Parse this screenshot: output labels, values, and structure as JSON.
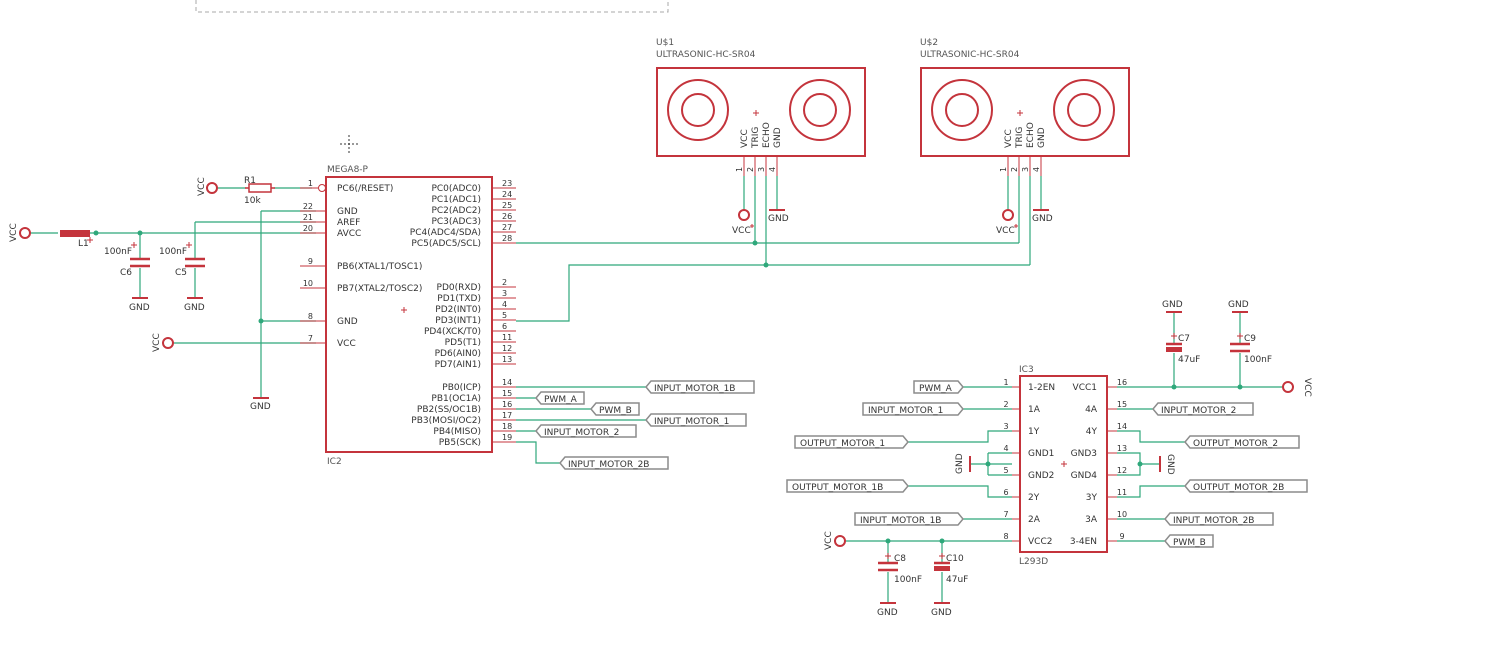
{
  "parts": {
    "u1": {
      "name": "U$1",
      "value": "ULTRASONIC-HC-SR04",
      "pins": [
        "VCC",
        "TRIG",
        "ECHO",
        "GND"
      ],
      "nums": [
        "1",
        "2",
        "3",
        "4"
      ]
    },
    "u2": {
      "name": "U$2",
      "value": "ULTRASONIC-HC-SR04",
      "pins": [
        "VCC",
        "TRIG",
        "ECHO",
        "GND"
      ],
      "nums": [
        "1",
        "2",
        "3",
        "4"
      ]
    },
    "ic2": {
      "name": "IC2",
      "value": "MEGA8-P",
      "left_pins": [
        {
          "num": "1",
          "label": "PC6(/RESET)"
        },
        {
          "num": "22",
          "label": "GND"
        },
        {
          "num": "21",
          "label": "AREF"
        },
        {
          "num": "20",
          "label": "AVCC"
        },
        {
          "num": "9",
          "label": "PB6(XTAL1/TOSC1)"
        },
        {
          "num": "10",
          "label": "PB7(XTAL2/TOSC2)"
        },
        {
          "num": "8",
          "label": "GND"
        },
        {
          "num": "7",
          "label": "VCC"
        }
      ],
      "right_pins": [
        {
          "num": "23",
          "label": "PC0(ADC0)"
        },
        {
          "num": "24",
          "label": "PC1(ADC1)"
        },
        {
          "num": "25",
          "label": "PC2(ADC2)"
        },
        {
          "num": "26",
          "label": "PC3(ADC3)"
        },
        {
          "num": "27",
          "label": "PC4(ADC4/SDA)"
        },
        {
          "num": "28",
          "label": "PC5(ADC5/SCL)"
        },
        {
          "num": "2",
          "label": "PD0(RXD)"
        },
        {
          "num": "3",
          "label": "PD1(TXD)"
        },
        {
          "num": "4",
          "label": "PD2(INT0)"
        },
        {
          "num": "5",
          "label": "PD3(INT1)"
        },
        {
          "num": "6",
          "label": "PD4(XCK/T0)"
        },
        {
          "num": "11",
          "label": "PD5(T1)"
        },
        {
          "num": "12",
          "label": "PD6(AIN0)"
        },
        {
          "num": "13",
          "label": "PD7(AIN1)"
        },
        {
          "num": "14",
          "label": "PB0(ICP)"
        },
        {
          "num": "15",
          "label": "PB1(OC1A)"
        },
        {
          "num": "16",
          "label": "PB2(SS/OC1B)"
        },
        {
          "num": "17",
          "label": "PB3(MOSI/OC2)"
        },
        {
          "num": "18",
          "label": "PB4(MISO)"
        },
        {
          "num": "19",
          "label": "PB5(SCK)"
        }
      ]
    },
    "ic3": {
      "name": "IC3",
      "value": "L293D",
      "left_pins": [
        {
          "num": "1",
          "label": "1-2EN"
        },
        {
          "num": "2",
          "label": "1A"
        },
        {
          "num": "3",
          "label": "1Y"
        },
        {
          "num": "4",
          "label": "GND1"
        },
        {
          "num": "5",
          "label": "GND2"
        },
        {
          "num": "6",
          "label": "2Y"
        },
        {
          "num": "7",
          "label": "2A"
        },
        {
          "num": "8",
          "label": "VCC2"
        }
      ],
      "right_pins": [
        {
          "num": "16",
          "label": "VCC1"
        },
        {
          "num": "15",
          "label": "4A"
        },
        {
          "num": "14",
          "label": "4Y"
        },
        {
          "num": "13",
          "label": "GND3"
        },
        {
          "num": "12",
          "label": "GND4"
        },
        {
          "num": "11",
          "label": "3Y"
        },
        {
          "num": "10",
          "label": "3A"
        },
        {
          "num": "9",
          "label": "3-4EN"
        }
      ]
    },
    "r1": {
      "name": "R1",
      "value": "10k"
    },
    "l1": {
      "name": "L1"
    },
    "c5": {
      "name": "C5",
      "value": "100nF"
    },
    "c6": {
      "name": "C6",
      "value": "100nF"
    },
    "c7": {
      "name": "C7",
      "value": "47uF"
    },
    "c8": {
      "name": "C8",
      "value": "100nF"
    },
    "c9": {
      "name": "C9",
      "value": "100nF"
    },
    "c10": {
      "name": "C10",
      "value": "47uF"
    }
  },
  "supplies": {
    "vcc": "VCC",
    "gnd": "GND"
  },
  "net_labels": {
    "input_motor_1b": "INPUT_MOTOR_1B",
    "pwm_a": "PWM_A",
    "pwm_b": "PWM_B",
    "input_motor_1": "INPUT_MOTOR_1",
    "input_motor_2": "INPUT_MOTOR_2",
    "input_motor_2b": "INPUT_MOTOR_2B",
    "output_motor_1": "OUTPUT_MOTOR_1",
    "output_motor_1b": "OUTPUT_MOTOR_1B",
    "output_motor_2": "OUTPUT_MOTOR_2",
    "output_motor_2b": "OUTPUT_MOTOR_2B"
  },
  "colors": {
    "part": "#c4343c",
    "net": "#2fa87b",
    "label": "#8c8c8c",
    "frame": "#aaaaaa"
  }
}
